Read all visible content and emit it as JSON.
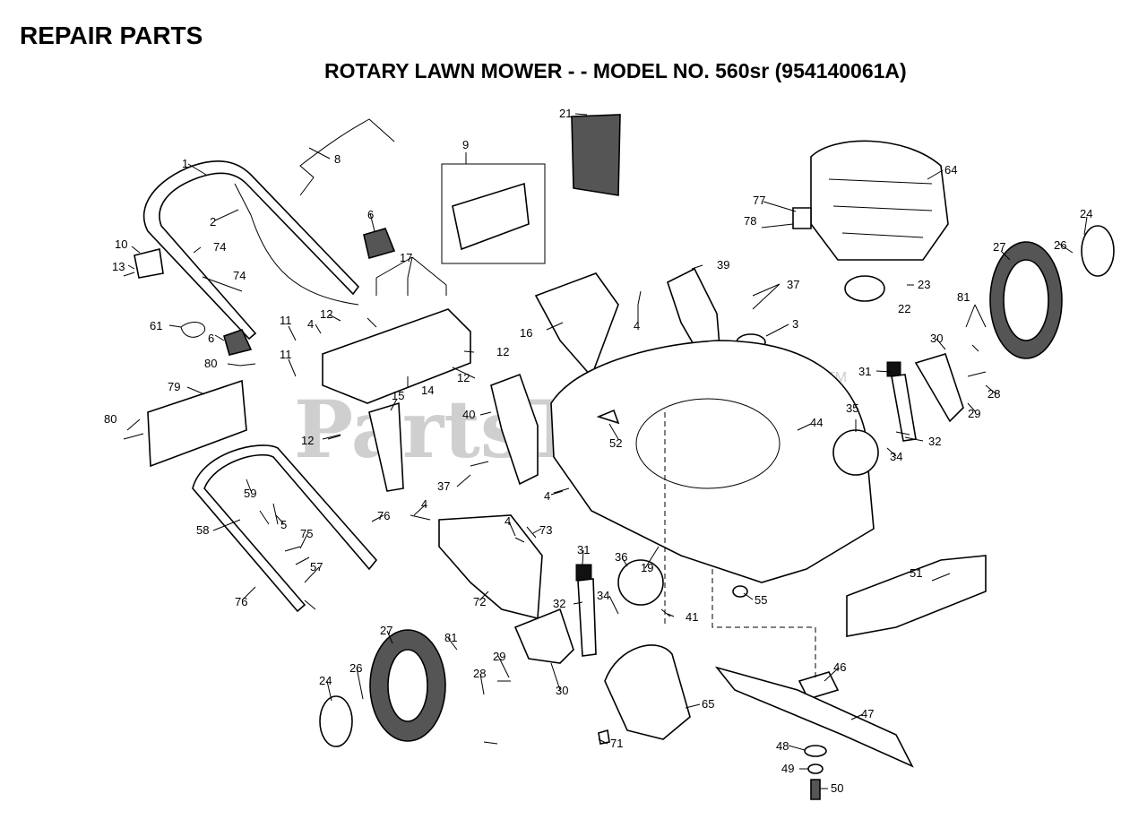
{
  "header": {
    "title": "REPAIR PARTS",
    "subtitle": "ROTARY LAWN MOWER - - MODEL NO. 560sr (954140061A)"
  },
  "watermark": {
    "text": "PartsTree",
    "trademark": "TM"
  },
  "callouts": [
    "1",
    "2",
    "6",
    "8",
    "9",
    "21",
    "64",
    "77",
    "78",
    "24",
    "10",
    "13",
    "74",
    "74",
    "17",
    "27",
    "26",
    "23",
    "39",
    "37",
    "4",
    "22",
    "61",
    "6",
    "11",
    "4",
    "12",
    "16",
    "3",
    "81",
    "80",
    "11",
    "12",
    "12",
    "30",
    "79",
    "15",
    "14",
    "31",
    "28",
    "40",
    "52",
    "29",
    "44",
    "35",
    "80",
    "12",
    "32",
    "34",
    "37",
    "59",
    "4",
    "76",
    "5",
    "4",
    "73",
    "58",
    "75",
    "57",
    "31",
    "36",
    "19",
    "55",
    "51",
    "76",
    "72",
    "32",
    "34",
    "41",
    "27",
    "81",
    "29",
    "24",
    "26",
    "28",
    "30",
    "46",
    "65",
    "47",
    "71",
    "48",
    "49",
    "50"
  ]
}
